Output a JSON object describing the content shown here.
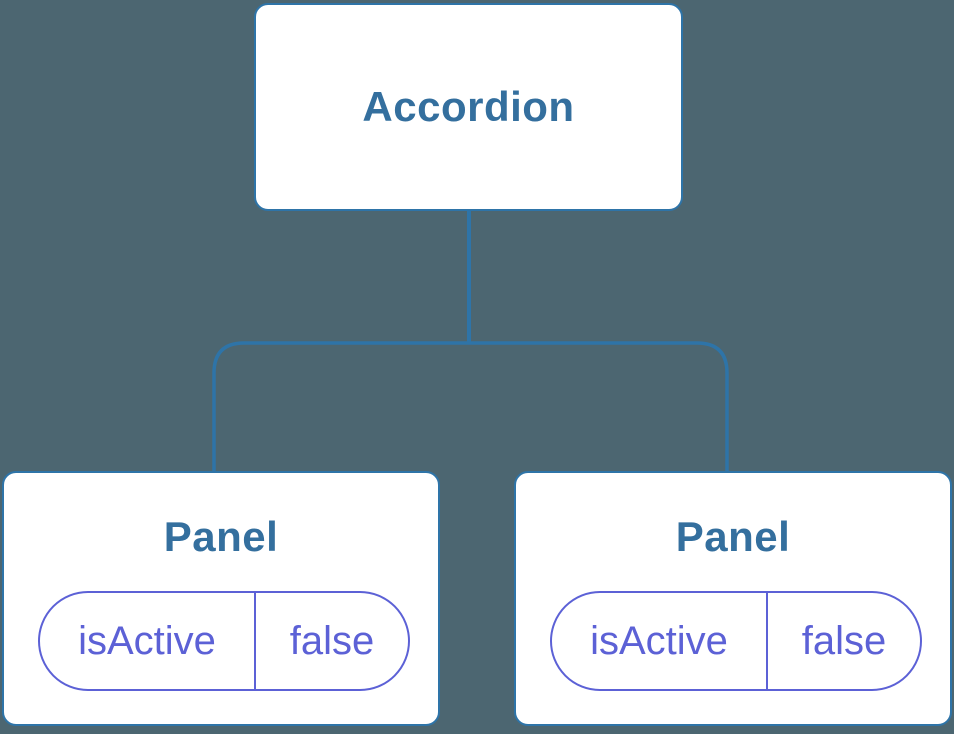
{
  "diagram": {
    "type": "component-tree",
    "root": {
      "label": "Accordion"
    },
    "children": [
      {
        "label": "Panel",
        "props": [
          {
            "name": "isActive",
            "value": "false"
          }
        ]
      },
      {
        "label": "Panel",
        "props": [
          {
            "name": "isActive",
            "value": "false"
          }
        ]
      }
    ]
  },
  "colors": {
    "background": "#4C6671",
    "connector": "#2E74A8",
    "box_border": "#2E74A8",
    "box_fill": "#FFFFFF",
    "box_text": "#346F9E",
    "state_accent": "#5C61D6"
  }
}
